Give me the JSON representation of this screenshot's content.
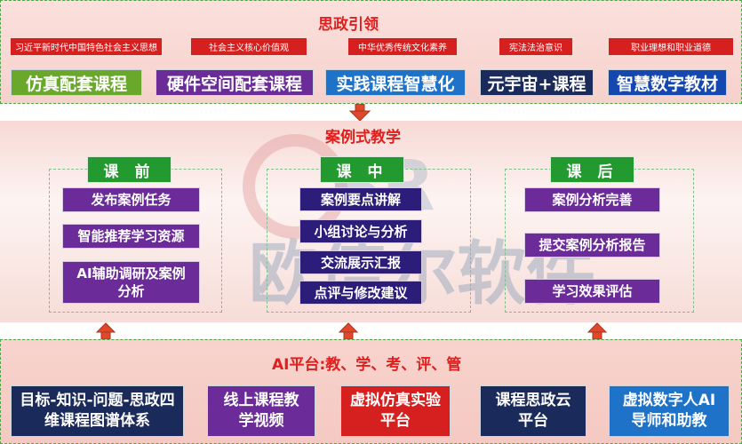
{
  "top": {
    "title": "思政引领",
    "tags": [
      "习近平新时代中国特色社会主义思想",
      "社会主义核心价值观",
      "中华优秀传统文化素养",
      "宪法法治意识",
      "职业理想和职业道德"
    ],
    "pills": [
      {
        "label": "仿真配套课程",
        "color": "#6aa82c"
      },
      {
        "label": "硬件空间配套课程",
        "color": "#6b2c9a"
      },
      {
        "label": "实践课程智慧化",
        "color": "#1e73c8"
      },
      {
        "label": "元宇宙+课程",
        "color": "#1a2a5a"
      },
      {
        "label": "智慧数字教材",
        "color": "#1547b0"
      }
    ]
  },
  "middle": {
    "title": "案例式教学",
    "phases": [
      "课 前",
      "课 中",
      "课 后"
    ],
    "before": [
      "发布案例任务",
      "智能推荐学习资源",
      "AI辅助调研及案例分析"
    ],
    "during": [
      "案例要点讲解",
      "小组讨论与分析",
      "交流展示汇报",
      "点评与修改建议"
    ],
    "after": [
      "案例分析完善",
      "提交案例分析报告",
      "学习效果评估"
    ],
    "watermark": "OBR 欧倍尔软件"
  },
  "bottom": {
    "title": "AI平台:教、学、考、评、管",
    "boxes": [
      {
        "label": "目标-知识-问题-思政四维课程图谱体系",
        "color": "#1a2a5a"
      },
      {
        "label": "线上课程教学视频",
        "color": "#6b2c9a"
      },
      {
        "label": "虚拟仿真实验平台",
        "color": "#d61f1f"
      },
      {
        "label": "课程思政云平台",
        "color": "#1a2a5a"
      },
      {
        "label": "虚拟数字人AI导师和助教",
        "color": "#1e73c8"
      }
    ]
  },
  "colors": {
    "accent_red": "#e0201f",
    "phase_green": "#239a2f",
    "step_purple": "#6b2c9a",
    "arrow": "#e0482b"
  }
}
